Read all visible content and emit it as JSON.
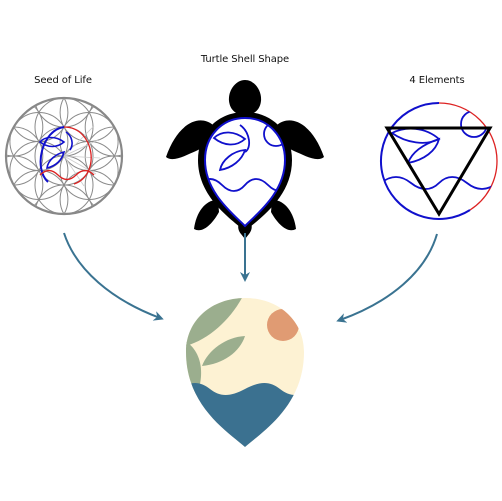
{
  "captions": {
    "seed_of_life": "Seed of Life",
    "turtle_shell": "Turtle Shell Shape",
    "four_elements": "4 Elements"
  },
  "colors": {
    "construction_gray": "#888888",
    "light_gray": "#cccccc",
    "outline_blue": "#1010cc",
    "accent_red": "#dd2222",
    "turtle_black": "#000000",
    "arrow_teal": "#3a7391",
    "logo_sand": "#fdf2d3",
    "logo_sage": "#9bae8e",
    "logo_sun": "#e09b73",
    "logo_sea": "#3b7190"
  }
}
